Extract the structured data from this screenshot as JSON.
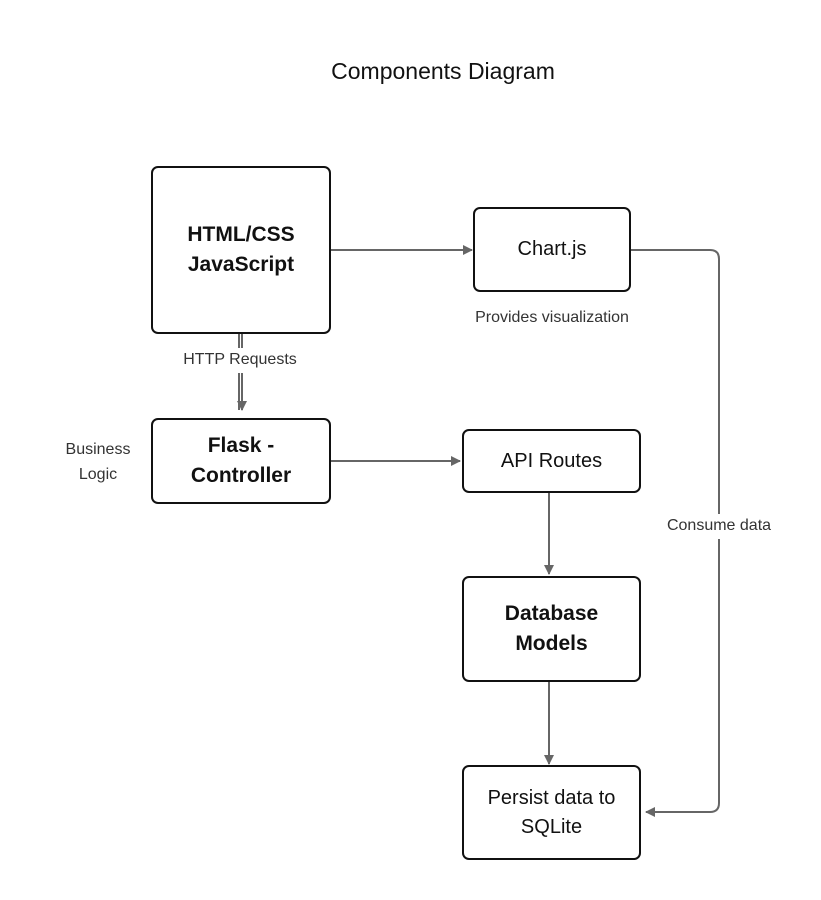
{
  "diagram": {
    "title": "Components Diagram",
    "nodes": {
      "frontend": "HTML/CSS\nJavaScript",
      "chartjs": "Chart.js",
      "flask": "Flask -\nController",
      "api_routes": "API Routes",
      "db_models": "Database\nModels",
      "sqlite": "Persist data to\nSQLite"
    },
    "notes": {
      "chartjs_caption": "Provides visualization",
      "flask_side": "Business\nLogic"
    },
    "edges": {
      "frontend_to_flask": "HTTP Requests",
      "chartjs_to_sqlite": "Consume data"
    },
    "colors": {
      "node_border": "#111111",
      "edge": "#666666",
      "text": "#111111"
    }
  }
}
